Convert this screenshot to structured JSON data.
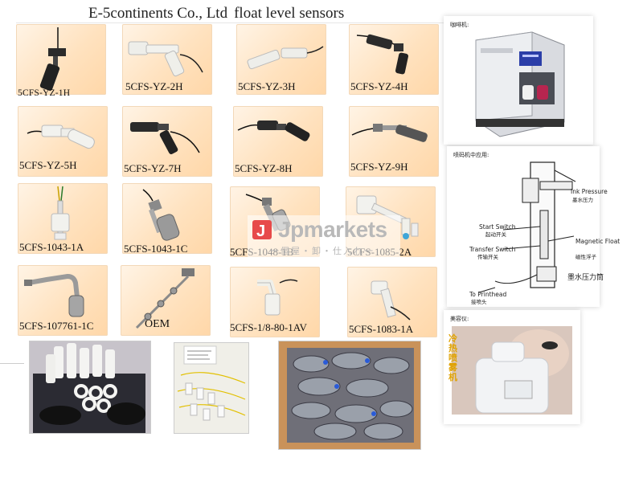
{
  "header": {
    "company": "E-5continents Co., Ltd",
    "subtitle": "float level sensors"
  },
  "products": [
    {
      "label": "5CFS-YZ-1H"
    },
    {
      "label": "5CFS-YZ-2H"
    },
    {
      "label": "5CFS-YZ-3H"
    },
    {
      "label": "5CFS-YZ-4H"
    },
    {
      "label": "5CFS-YZ-5H"
    },
    {
      "label": "5CFS-YZ-7H"
    },
    {
      "label": "5CFS-YZ-8H"
    },
    {
      "label": "5CFS-YZ-9H"
    },
    {
      "label": "5CFS-1043-1A"
    },
    {
      "label": "5CFS-1043-1C"
    },
    {
      "label": "5CFS-1048-1B"
    },
    {
      "label": "5CFS-1085-2A"
    },
    {
      "label": "5CFS-107761-1C"
    },
    {
      "label": "OEM"
    },
    {
      "label": "5CFS-1/8-80-1AV"
    },
    {
      "label": "5CFS-1083-1A"
    }
  ],
  "panels": {
    "coffee": {
      "title": "咖啡机:"
    },
    "inkjet": {
      "title": "喷码机中应用:",
      "ink_pressure": "Ink Pressure",
      "ink_pressure_cn": "墨水压力",
      "start_switch": "Start Switch",
      "start_switch_cn": "起动开关",
      "transfer_switch": "Transfer Switch",
      "transfer_switch_cn": "传输开关",
      "magnetic_float": "Magnetic Float",
      "magnetic_float_cn": "磁性浮子",
      "to_printhead": "To Printhead",
      "to_printhead_cn": "接喷头",
      "ink_cylinder_cn": "墨水压力筒"
    },
    "beauty": {
      "title": "美容仪:",
      "sign": "冷热喷雾机"
    }
  },
  "watermark": {
    "brand": "Jpmarkets",
    "sub": "一個屋・卸・仕入れ一"
  },
  "colors": {
    "card_bg": "#ffe2bf",
    "float_white": "#f2f2ee",
    "float_black": "#2b2b2b",
    "steel": "#9a9a9a"
  }
}
